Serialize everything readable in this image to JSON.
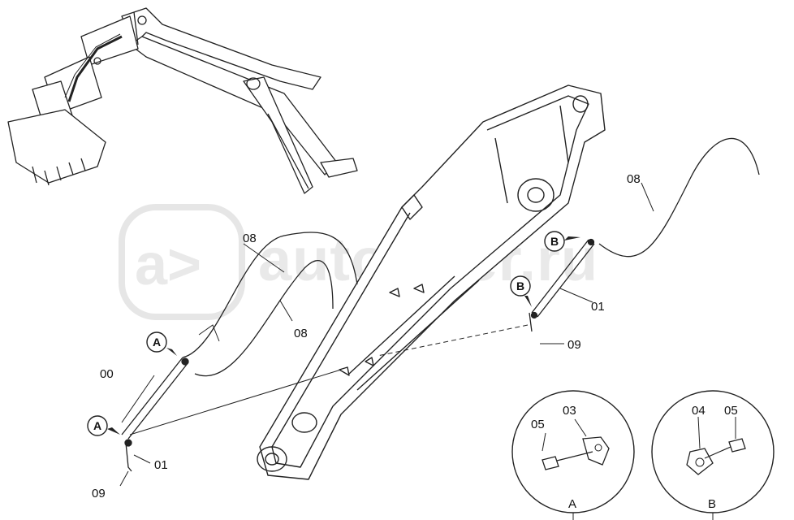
{
  "watermark": {
    "logo": "a>",
    "text": "autopiter.ru"
  },
  "part_labels": {
    "p00": "00",
    "p01_left": "01",
    "p01_right": "01",
    "p08_top": "08",
    "p08_mid": "08",
    "p08_right": "08",
    "p09_left": "09",
    "p09_right": "09",
    "p03": "03",
    "p04": "04",
    "p05_a": "05",
    "p05_b": "05"
  },
  "callouts": {
    "a_upper": "A",
    "a_lower": "A",
    "b_upper": "B",
    "b_lower": "B"
  },
  "detail_views": {
    "a_caption": "A",
    "b_caption": "B"
  }
}
